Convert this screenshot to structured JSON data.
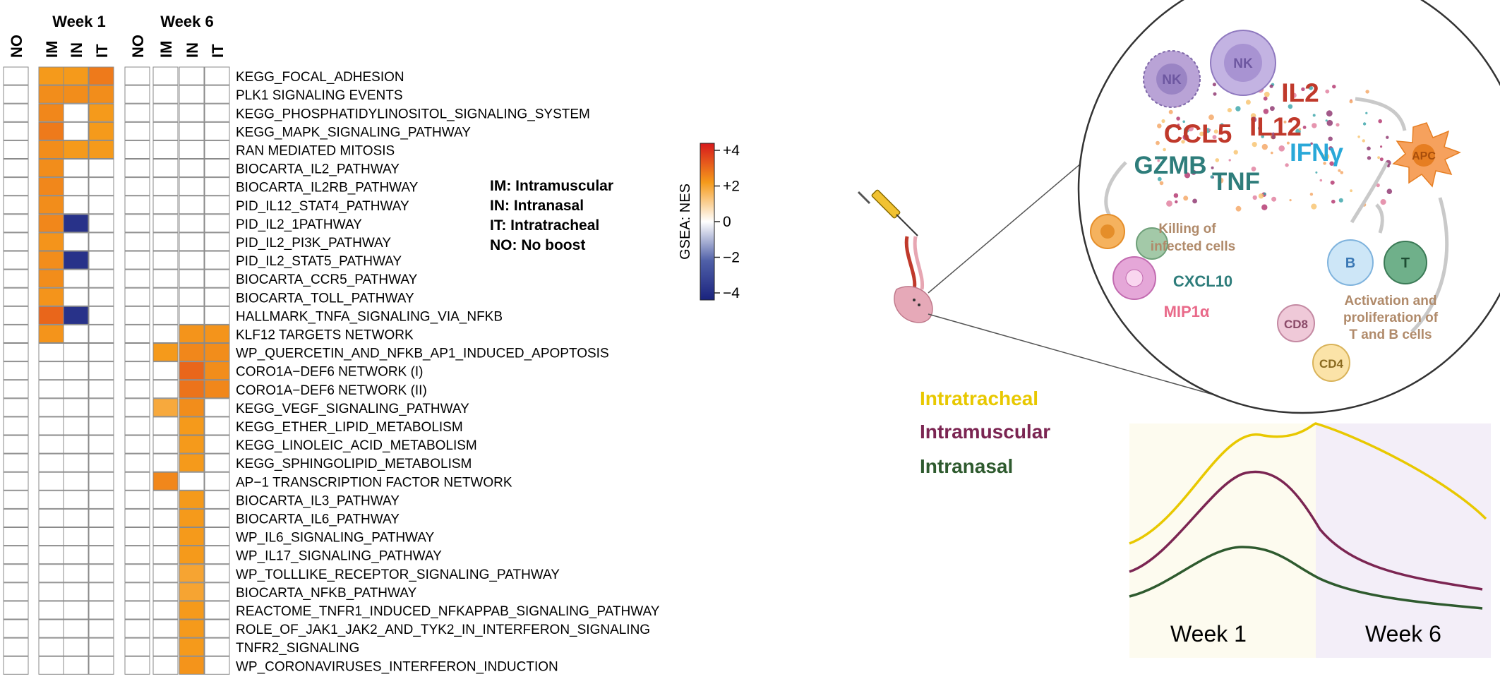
{
  "heatmap": {
    "week_labels": [
      "Week 1",
      "Week 6"
    ],
    "columns": [
      "NO",
      "IM",
      "IN",
      "IT",
      "NO",
      "IM",
      "IN",
      "IT"
    ],
    "rows": [
      "KEGG_FOCAL_ADHESION",
      "PLK1 SIGNALING EVENTS",
      "KEGG_PHOSPHATIDYLINOSITOL_SIGNALING_SYSTEM",
      "KEGG_MAPK_SIGNALING_PATHWAY",
      "RAN MEDIATED MITOSIS",
      "BIOCARTA_IL2_PATHWAY",
      "BIOCARTA_IL2RB_PATHWAY",
      "PID_IL12_STAT4_PATHWAY",
      "PID_IL2_1PATHWAY",
      "PID_IL2_PI3K_PATHWAY",
      "PID_IL2_STAT5_PATHWAY",
      "BIOCARTA_CCR5_PATHWAY",
      "BIOCARTA_TOLL_PATHWAY",
      "HALLMARK_TNFA_SIGNALING_VIA_NFKB",
      "KLF12 TARGETS NETWORK",
      "WP_QUERCETIN_AND_NFKB_AP1_INDUCED_APOPTOSIS",
      "CORO1A−DEF6 NETWORK (I)",
      "CORO1A−DEF6 NETWORK (II)",
      "KEGG_VEGF_SIGNALING_PATHWAY",
      "KEGG_ETHER_LIPID_METABOLISM",
      "KEGG_LINOLEIC_ACID_METABOLISM",
      "KEGG_SPHINGOLIPID_METABOLISM",
      "AP−1 TRANSCRIPTION FACTOR NETWORK",
      "BIOCARTA_IL3_PATHWAY",
      "BIOCARTA_IL6_PATHWAY",
      "WP_IL6_SIGNALING_PATHWAY",
      "WP_IL17_SIGNALING_PATHWAY",
      "WP_TOLLLIKE_RECEPTOR_SIGNALING_PATHWAY",
      "BIOCARTA_NFKB_PATHWAY",
      "REACTOME_TNFR1_INDUCED_NFKAPPAB_SIGNALING_PATHWAY",
      "ROLE_OF_JAK1_JAK2_AND_TYK2_IN_INTERFERON_SIGNALING",
      "TNFR2_SIGNALING",
      "WP_CORONAVIRUSES_INTERFERON_INDUCTION"
    ],
    "nes_values": [
      [
        0,
        2.0,
        2.0,
        2.5,
        0,
        0,
        0,
        0
      ],
      [
        0,
        2.2,
        2.2,
        2.2,
        0,
        0,
        0,
        0
      ],
      [
        0,
        2.3,
        0,
        2.0,
        0,
        0,
        0,
        0
      ],
      [
        0,
        2.5,
        0,
        2.0,
        0,
        0,
        0,
        0
      ],
      [
        0,
        2.2,
        2.0,
        2.0,
        0,
        0,
        0,
        0
      ],
      [
        0,
        2.2,
        0,
        0,
        0,
        0,
        0,
        0
      ],
      [
        0,
        2.3,
        0,
        0,
        0,
        0,
        0,
        0
      ],
      [
        0,
        2.2,
        0,
        0,
        0,
        0,
        0,
        0
      ],
      [
        0,
        2.3,
        -3.5,
        0,
        0,
        0,
        0,
        0
      ],
      [
        0,
        2.1,
        0,
        0,
        0,
        0,
        0,
        0
      ],
      [
        0,
        2.2,
        -3.5,
        0,
        0,
        0,
        0,
        0
      ],
      [
        0,
        2.2,
        0,
        0,
        0,
        0,
        0,
        0
      ],
      [
        0,
        2.1,
        0,
        0,
        0,
        0,
        0,
        0
      ],
      [
        0,
        2.8,
        -3.5,
        0,
        0,
        0,
        0,
        0
      ],
      [
        0,
        2.1,
        0,
        0,
        0,
        0,
        2.1,
        2.1
      ],
      [
        0,
        0,
        0,
        0,
        0,
        2.0,
        2.3,
        2.2
      ],
      [
        0,
        0,
        0,
        0,
        0,
        0,
        2.8,
        2.2
      ],
      [
        0,
        0,
        0,
        0,
        0,
        0,
        2.6,
        2.3
      ],
      [
        0,
        0,
        0,
        0,
        0,
        1.7,
        2.2,
        0
      ],
      [
        0,
        0,
        0,
        0,
        0,
        0,
        2.0,
        0
      ],
      [
        0,
        0,
        0,
        0,
        0,
        0,
        2.0,
        0
      ],
      [
        0,
        0,
        0,
        0,
        0,
        0,
        2.0,
        0
      ],
      [
        0,
        0,
        0,
        0,
        0,
        2.3,
        0,
        0
      ],
      [
        0,
        0,
        0,
        0,
        0,
        0,
        2.0,
        0
      ],
      [
        0,
        0,
        0,
        0,
        0,
        0,
        2.0,
        0
      ],
      [
        0,
        0,
        0,
        0,
        0,
        0,
        2.0,
        0
      ],
      [
        0,
        0,
        0,
        0,
        0,
        0,
        2.0,
        0
      ],
      [
        0,
        0,
        0,
        0,
        0,
        0,
        1.8,
        0
      ],
      [
        0,
        0,
        0,
        0,
        0,
        0,
        1.8,
        0
      ],
      [
        0,
        0,
        0,
        0,
        0,
        0,
        2.0,
        0
      ],
      [
        0,
        0,
        0,
        0,
        0,
        0,
        2.0,
        0
      ],
      [
        0,
        0,
        0,
        0,
        0,
        0,
        2.0,
        0
      ],
      [
        0,
        0,
        0,
        0,
        0,
        0,
        2.1,
        0
      ]
    ]
  },
  "route_legend": [
    "IM: Intramuscular",
    "IN: Intranasal",
    "IT: Intratracheal",
    "NO: No boost"
  ],
  "colorbar": {
    "title": "GSEA: NES",
    "ticks": [
      "+4",
      "+2",
      "0",
      "−2",
      "−4"
    ],
    "range": [
      -4,
      4
    ],
    "colors": {
      "pos_high": "#d7191c",
      "pos_mid": "#f59a1b",
      "zero": "#ffffff",
      "neg_mid": "#5060a8",
      "neg_high": "#1a237e"
    }
  },
  "illustration": {
    "cells": {
      "nk_1": "NK",
      "nk_2": "NK",
      "apc": "APC",
      "b_cell": "B",
      "t_cell": "T",
      "cd8": "CD8",
      "cd4": "CD4"
    },
    "cytokines": {
      "il2": "IL2",
      "ccl5": "CCL5",
      "il12": "IL12",
      "gzmb": "GZMB",
      "ifng": "IFNγ",
      "tnf": "TNF",
      "cxcl10": "CXCL10",
      "mip1a": "MIP1α"
    },
    "captions": {
      "killing_1": "Killing of",
      "killing_2": "infected cells",
      "activation_1": "Activation and",
      "activation_2": "proliferation of",
      "activation_3": "T and B cells"
    },
    "colors": {
      "red_text": "#c0392b",
      "teal_text": "#2e7d7b",
      "blue_text": "#29a8d8",
      "tan_text": "#b08a6a",
      "pink_text": "#e96a8a"
    }
  },
  "route_curves": {
    "legend": [
      "Intratracheal",
      "Intramuscular",
      "Intranasal"
    ],
    "colors": {
      "Intratracheal": "#e8c800",
      "Intramuscular": "#7b2552",
      "Intranasal": "#2e5a2e"
    },
    "periods": [
      "Week 1",
      "Week 6"
    ],
    "period_colors": {
      "Week 1": "#fdfbef",
      "Week 6": "#f3eef8"
    }
  }
}
